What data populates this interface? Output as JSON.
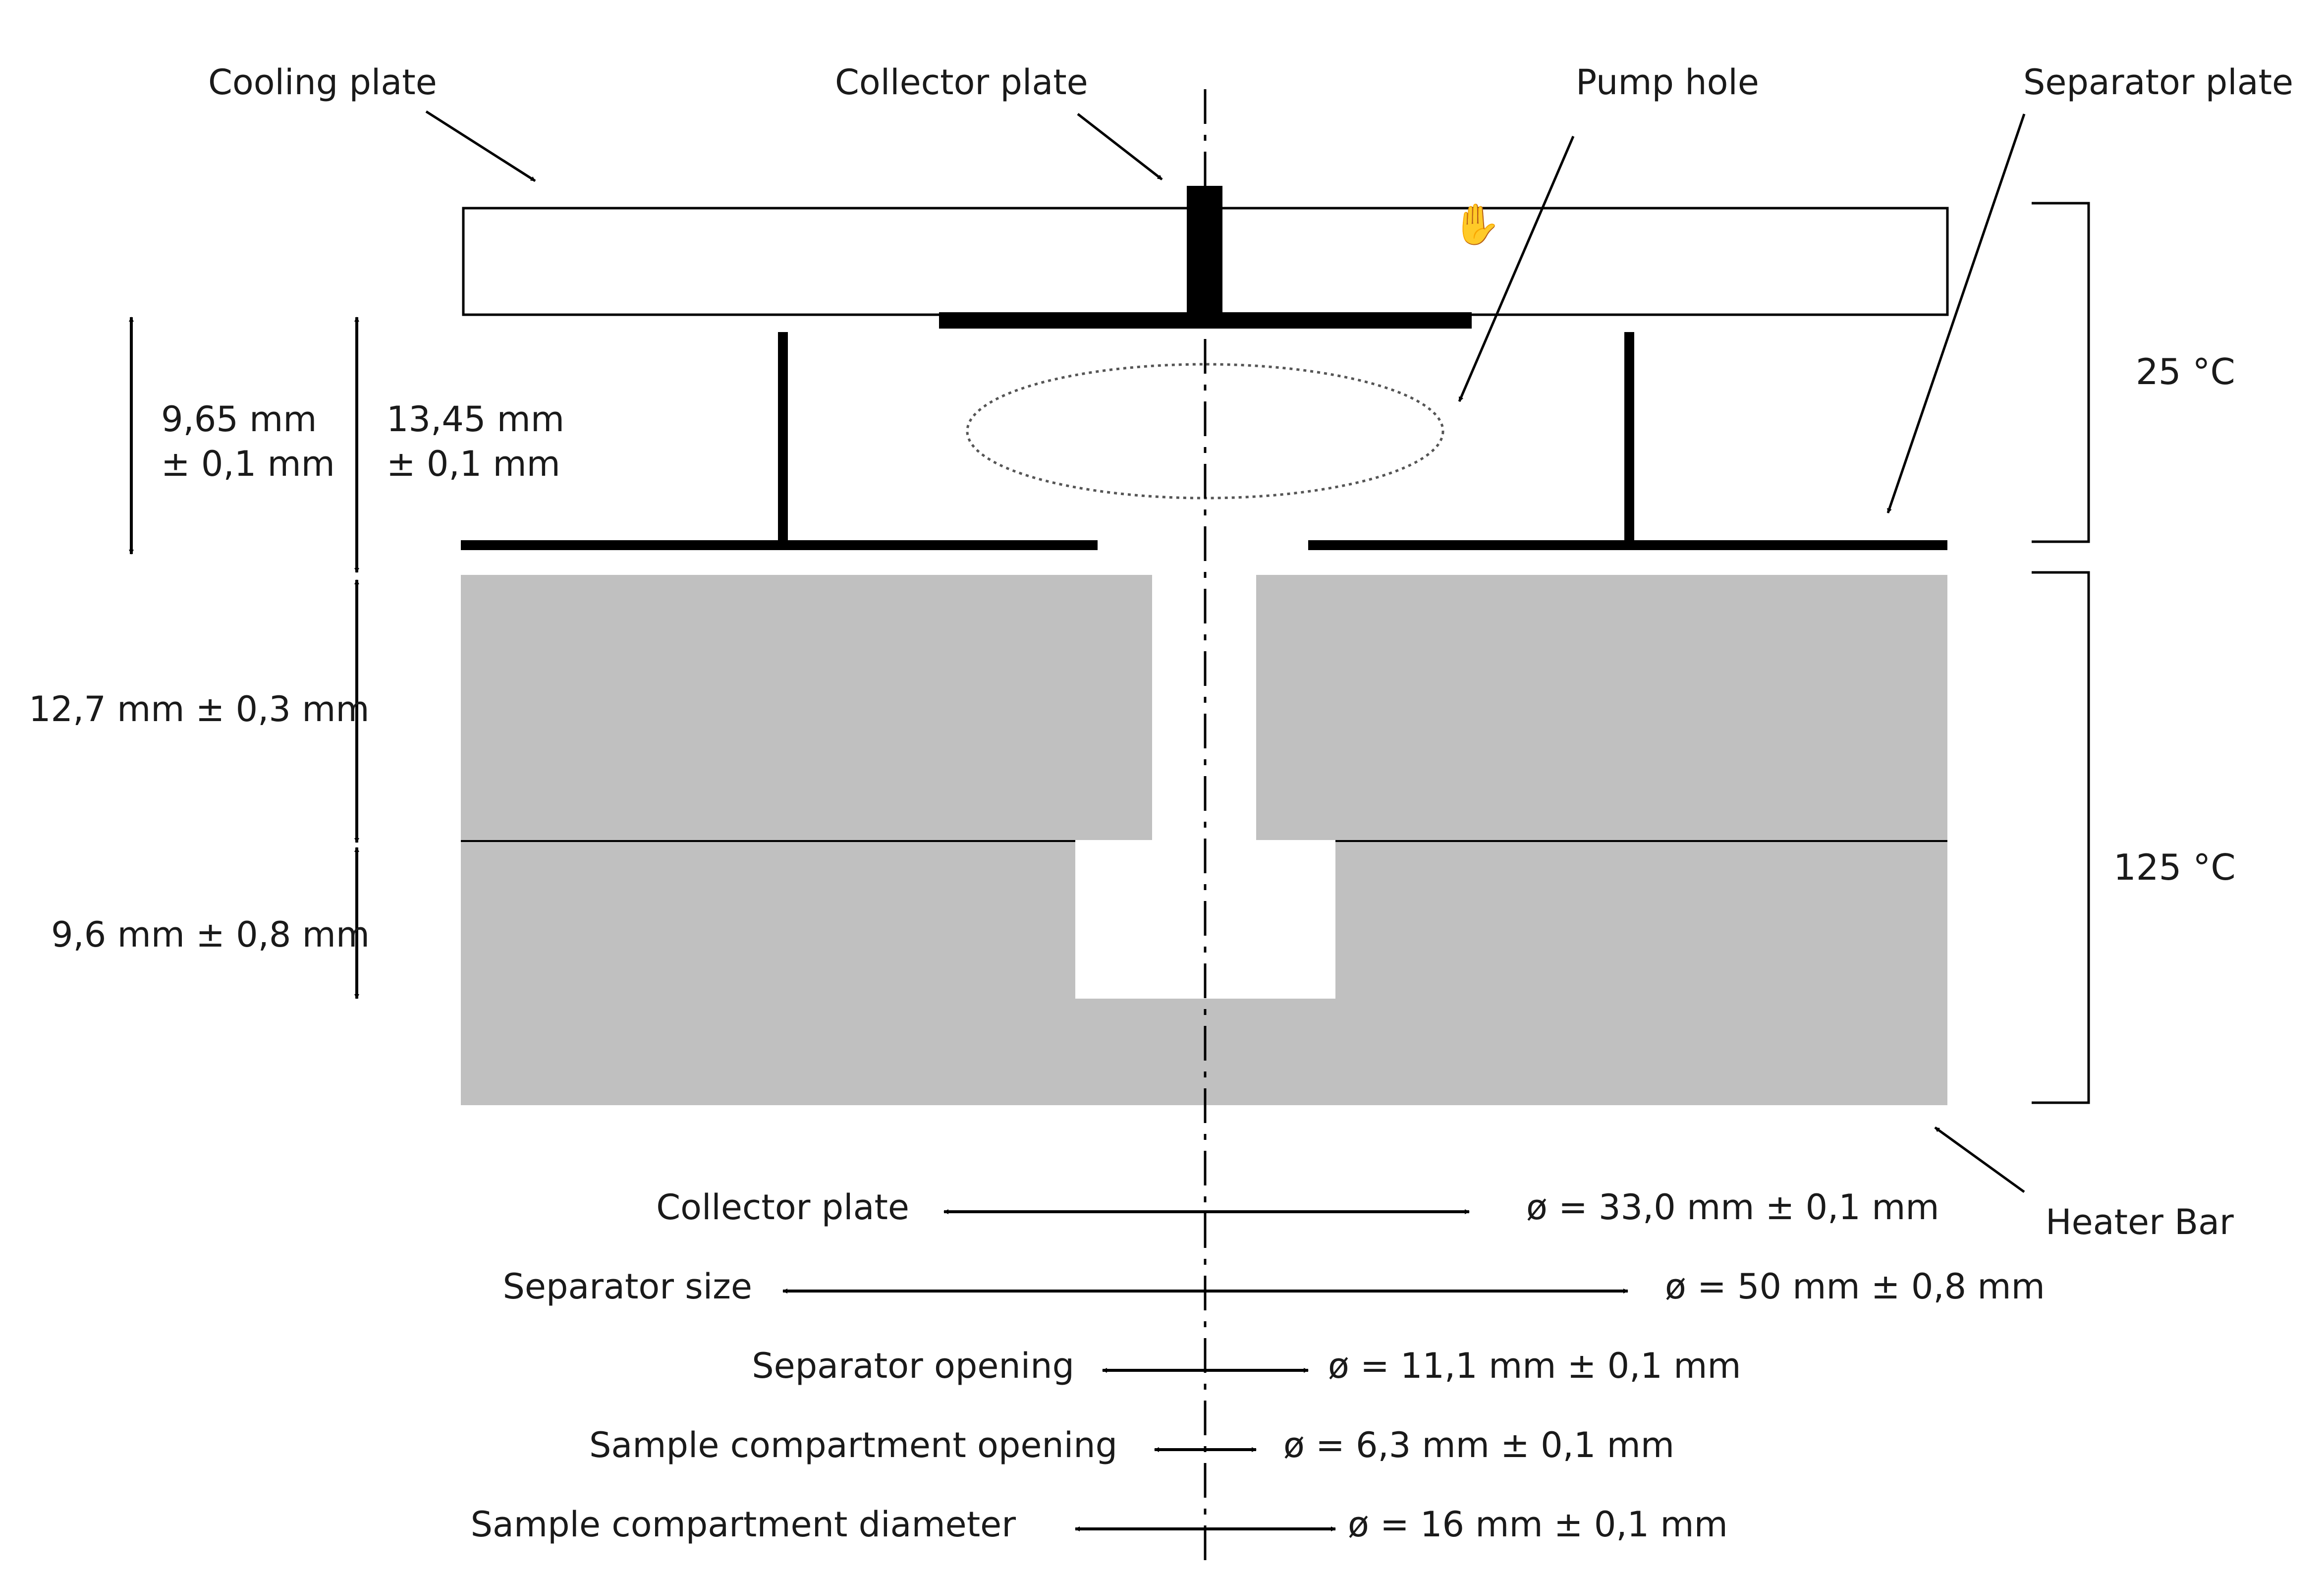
{
  "labels": {
    "cooling_plate": "Cooling plate",
    "collector_plate": "Collector plate",
    "pump_hole": "Pump hole",
    "separator_plate": "Separator plate",
    "heater_bar": "Heater Bar"
  },
  "temperatures": {
    "top": "25 °C",
    "bottom": "125 °C"
  },
  "dimensions_vertical": {
    "d1_line1": "9,65 mm",
    "d1_line2": "± 0,1 mm",
    "d2_line1": "13,45 mm",
    "d2_line2": "± 0,1 mm",
    "d3": "12,7 mm ± 0,3 mm",
    "d4": "9,6 mm ± 0,8 mm"
  },
  "dimensions_horizontal": [
    {
      "label": "Collector plate",
      "value": "ø = 33,0 mm ±  0,1 mm"
    },
    {
      "label": "Separator size",
      "value": "ø = 50 mm ± 0,8 mm"
    },
    {
      "label": "Separator opening",
      "value": "ø = 11,1 mm ± 0,1 mm"
    },
    {
      "label": "Sample compartment opening",
      "value": "ø = 6,3 mm ± 0,1 mm"
    },
    {
      "label": "Sample compartment diameter",
      "value": "ø = 16 mm ± 0,1 mm"
    }
  ],
  "colors": {
    "heater_block": "#c0c0c0",
    "line": "#000000"
  }
}
